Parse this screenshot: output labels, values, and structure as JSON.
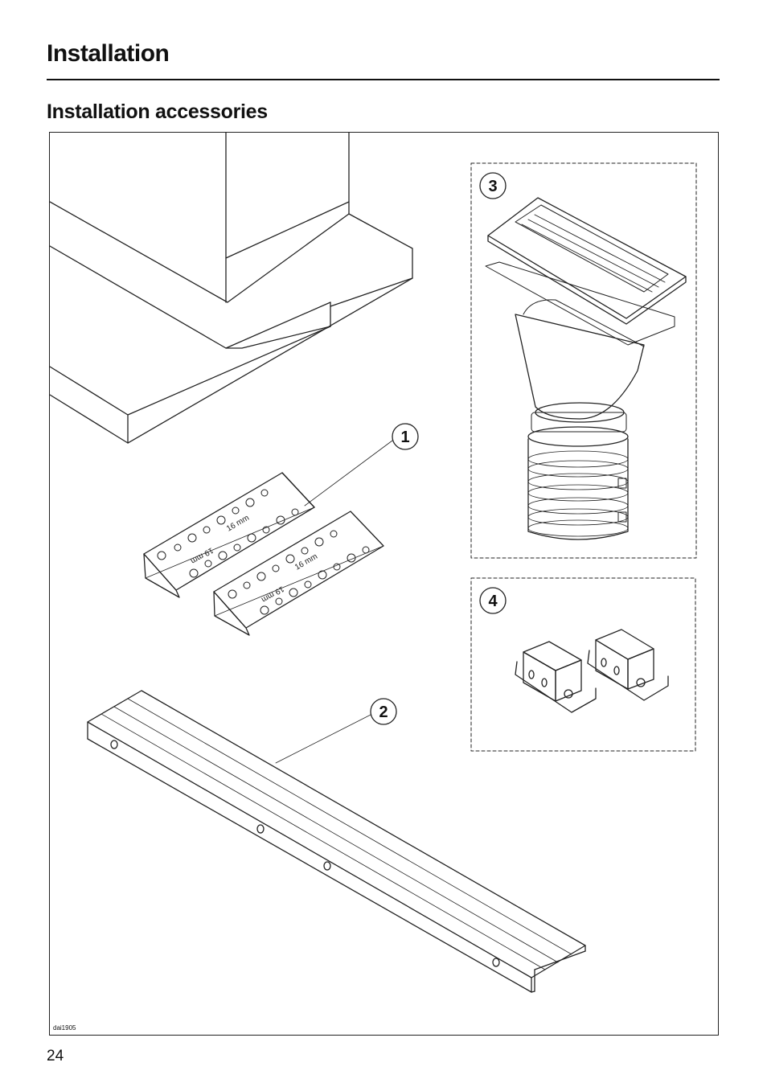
{
  "header": {
    "title": "Installation"
  },
  "section": {
    "title": "Installation accessories"
  },
  "figure": {
    "code": "dai1905",
    "callouts": [
      {
        "number": "1"
      },
      {
        "number": "2"
      },
      {
        "number": "3"
      },
      {
        "number": "4"
      }
    ],
    "bracket_labels": {
      "hole_16": "16 mm",
      "hole_19": "19 mm"
    }
  },
  "footer": {
    "page_number": "24"
  }
}
